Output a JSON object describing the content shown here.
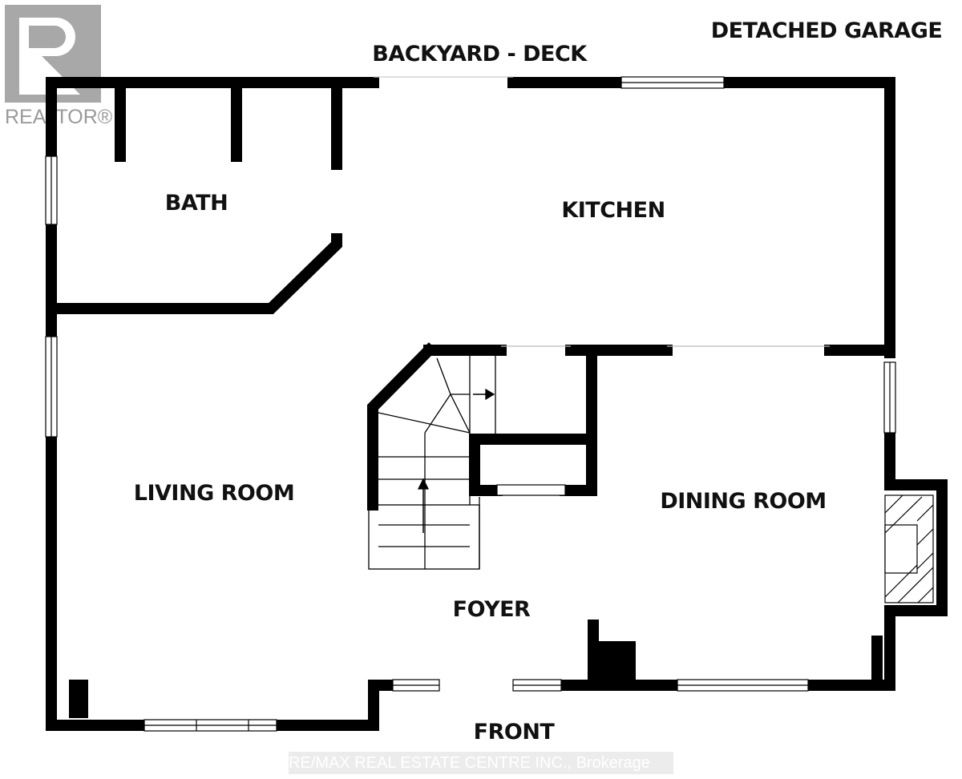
{
  "plan": {
    "labels": {
      "detached_garage": "DETACHED GARAGE",
      "backyard_deck": "BACKYARD - DECK",
      "bath": "BATH",
      "kitchen": "KITCHEN",
      "living_room": "LIVING ROOM",
      "dining_room": "DINING ROOM",
      "foyer": "FOYER",
      "front": "FRONT"
    }
  },
  "logo": {
    "text": "REALTOR®"
  },
  "watermark": {
    "text": "RE/MAX REAL ESTATE CENTRE INC., Brokerage"
  },
  "colors": {
    "wall": "#000000",
    "logo": "#9a9a9a"
  }
}
